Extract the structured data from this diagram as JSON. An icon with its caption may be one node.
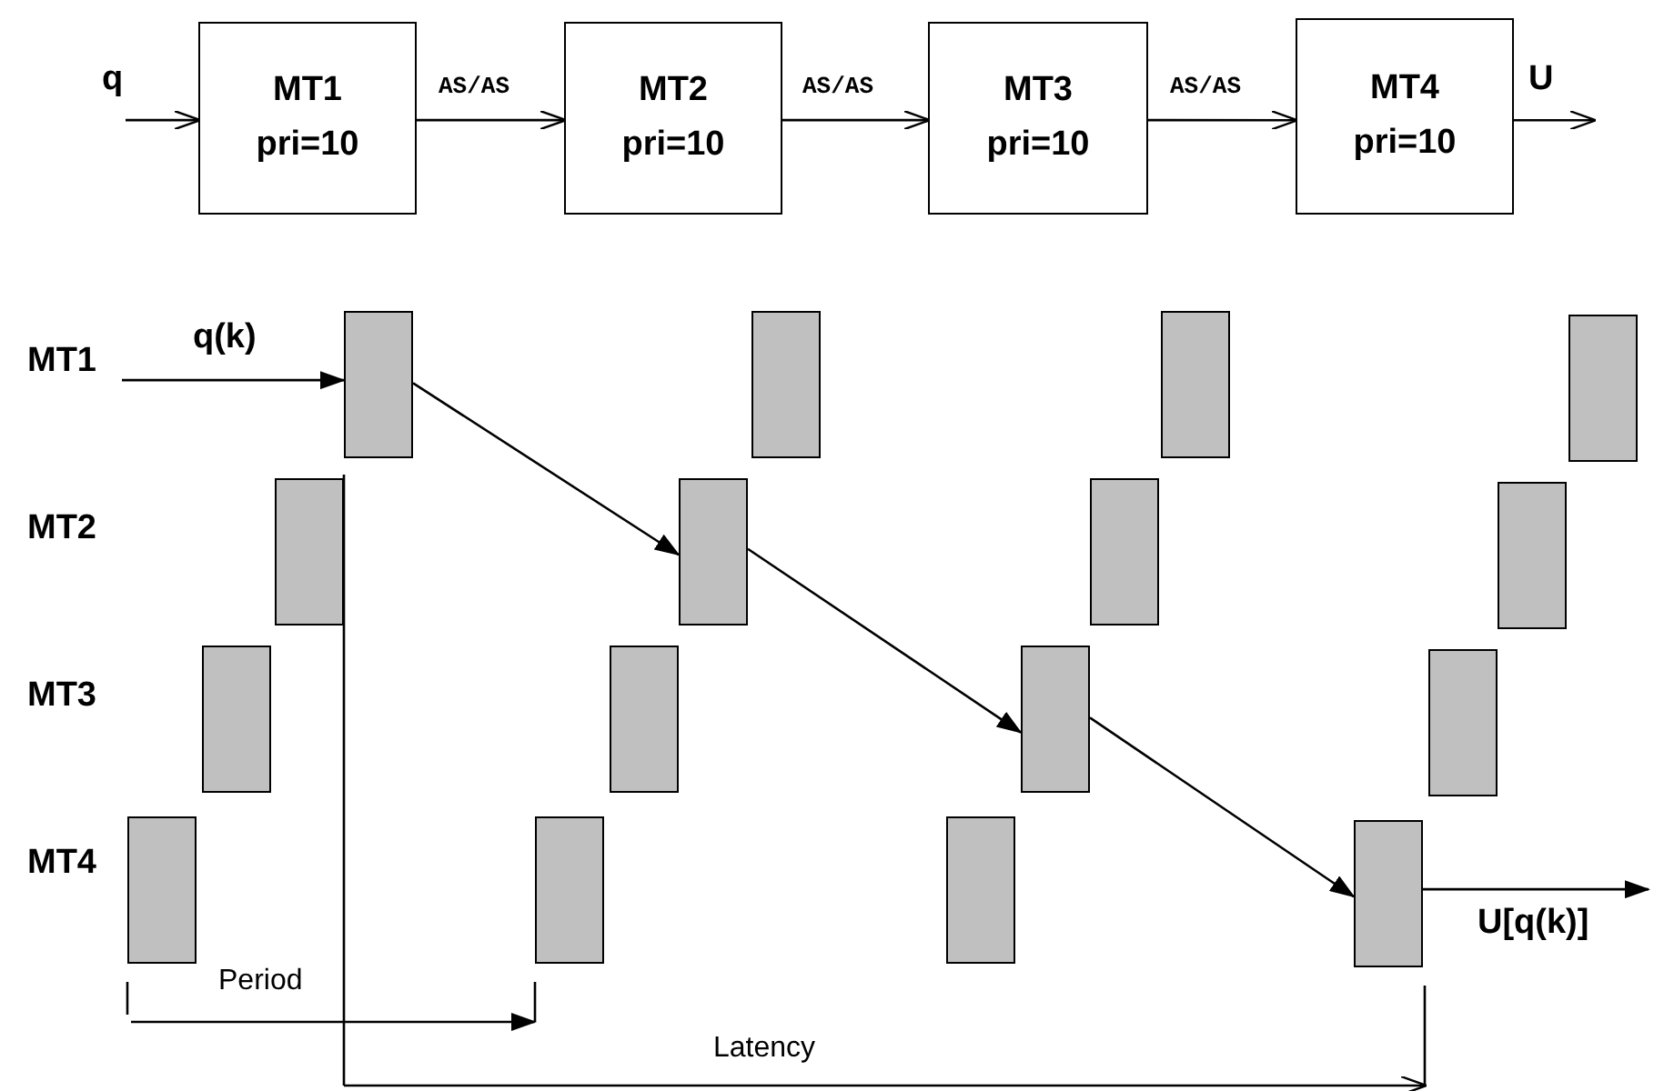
{
  "diagram": {
    "nodes": [
      {
        "text": [
          "MT1",
          "pri=10"
        ]
      },
      {
        "text": [
          "MT2",
          "pri=10"
        ]
      },
      {
        "text": [
          "MT3",
          "pri=10"
        ]
      },
      {
        "text": [
          "MT4",
          "pri=10"
        ]
      },
      {
        "text": [],
        "shape": "bar"
      },
      {
        "text": [],
        "shape": "bar"
      },
      {
        "text": [],
        "shape": "bar"
      },
      {
        "text": [],
        "shape": "bar"
      },
      {
        "text": [],
        "shape": "bar"
      },
      {
        "text": [],
        "shape": "bar"
      },
      {
        "text": [],
        "shape": "bar"
      },
      {
        "text": [],
        "shape": "bar"
      },
      {
        "text": [],
        "shape": "bar"
      },
      {
        "text": [],
        "shape": "bar"
      },
      {
        "text": [],
        "shape": "bar"
      },
      {
        "text": [],
        "shape": "bar"
      },
      {
        "text": [],
        "shape": "bar"
      },
      {
        "text": [],
        "shape": "bar"
      },
      {
        "text": [],
        "shape": "bar"
      },
      {
        "text": [],
        "shape": "bar"
      }
    ],
    "edges": [
      {
        "from": null,
        "to": 0,
        "arrow": "to",
        "label": "q"
      },
      {
        "from": 0,
        "to": 1,
        "arrow": "to",
        "label": "AS/AS"
      },
      {
        "from": 1,
        "to": 2,
        "arrow": "to",
        "label": "AS/AS"
      },
      {
        "from": 2,
        "to": 3,
        "arrow": "to",
        "label": "AS/AS"
      },
      {
        "from": 3,
        "to": null,
        "arrow": "to",
        "label": "U"
      },
      {
        "from": null,
        "to": 4,
        "arrow": "to",
        "label": "q(k)"
      },
      {
        "from": 4,
        "to": 9,
        "arrow": "to"
      },
      {
        "from": 9,
        "to": 14,
        "arrow": "to"
      },
      {
        "from": 14,
        "to": 19,
        "arrow": "to"
      },
      {
        "from": 19,
        "to": null,
        "arrow": "to",
        "label": "U[q(k)]"
      }
    ],
    "labels": [
      "MT1",
      "MT2",
      "MT3",
      "MT4",
      "Period",
      "Latency"
    ]
  }
}
